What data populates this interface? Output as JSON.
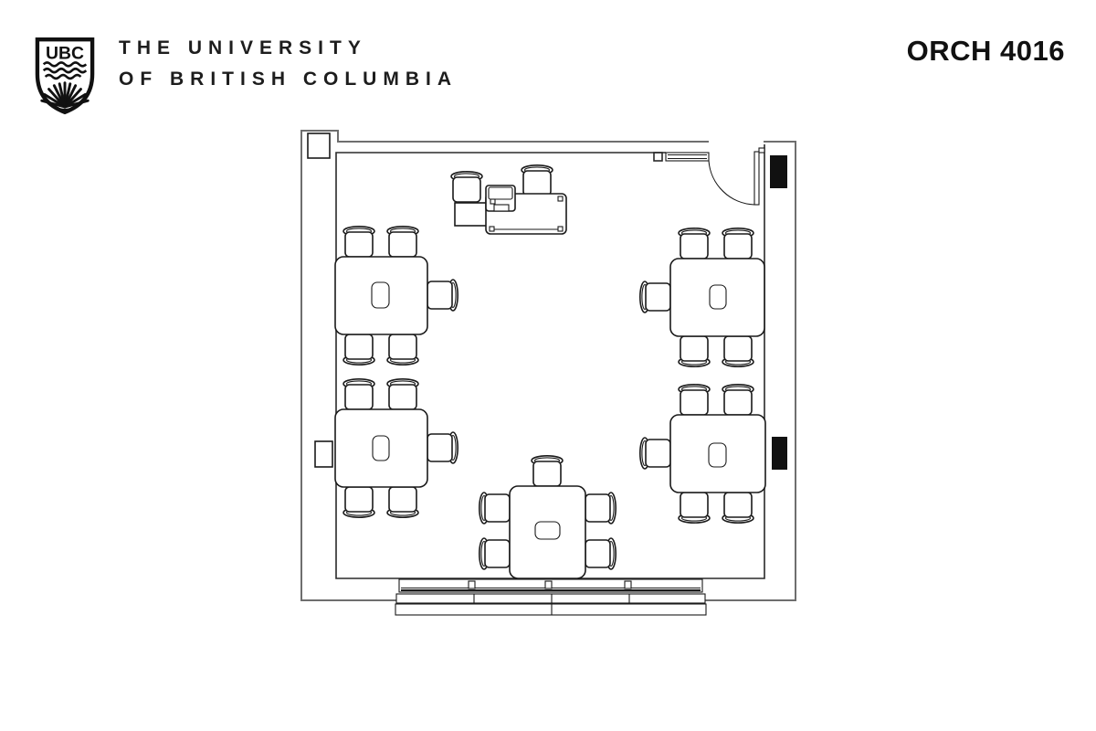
{
  "header": {
    "logo": {
      "acronym": "UBC"
    },
    "wordmark_line1": "THE UNIVERSITY",
    "wordmark_line2": "OF BRITISH COLUMBIA",
    "room_label": "ORCH 4016"
  },
  "floor_plan": {
    "type": "classroom-layout-diagram",
    "room": "ORCH 4016",
    "student_tables": [
      {
        "position": "top-left",
        "chairs": 5,
        "orientation": "horizontal"
      },
      {
        "position": "middle-left",
        "chairs": 5,
        "orientation": "horizontal"
      },
      {
        "position": "top-right",
        "chairs": 5,
        "orientation": "horizontal"
      },
      {
        "position": "middle-right",
        "chairs": 5,
        "orientation": "horizontal"
      },
      {
        "position": "bottom-center",
        "chairs": 5,
        "orientation": "vertical"
      }
    ],
    "total_student_chairs": 25,
    "instructor_station": {
      "position": "top-center",
      "chairs": 2,
      "items": [
        "desk",
        "lectern-with-equipment",
        "side-table"
      ]
    },
    "features": [
      {
        "name": "door",
        "position": "top-right",
        "swing": "inward-arc"
      },
      {
        "name": "sidelight-window",
        "position": "top-wall-near-door"
      },
      {
        "name": "whiteboard-with-tray",
        "position": "bottom-wall"
      },
      {
        "name": "wall-panel",
        "position": "right-wall-upper"
      },
      {
        "name": "wall-panel",
        "position": "right-wall-middle"
      },
      {
        "name": "column",
        "position": "top-left-wall"
      },
      {
        "name": "column",
        "position": "middle-left-wall"
      }
    ],
    "colors": {
      "background": "#ffffff",
      "furniture_line": "#1a1a1a",
      "wall_line": "#6e6e6e",
      "panel_fill": "#111111",
      "text": "#111111"
    }
  }
}
